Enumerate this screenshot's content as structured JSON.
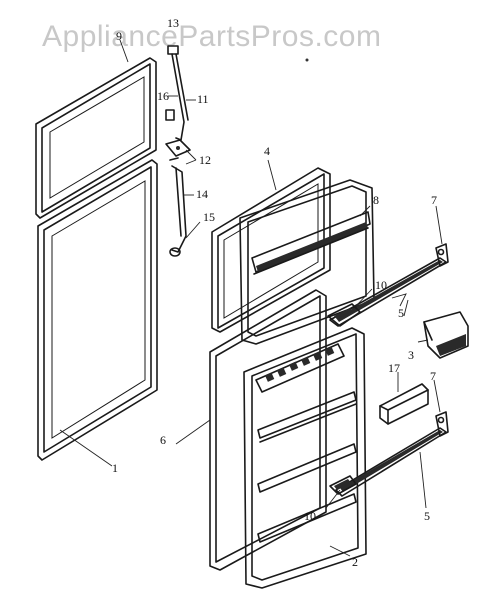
{
  "watermark": "AppliancePartsPros.com",
  "labels": {
    "l1": "1",
    "l2": "2",
    "l3": "3",
    "l4": "4",
    "l5a": "5",
    "l5b": "5",
    "l6": "6",
    "l7a": "7",
    "l7b": "7",
    "l8": "8",
    "l9": "9",
    "l10a": "10",
    "l10b": "10",
    "l11": "11",
    "l12": "12",
    "l13": "13",
    "l14": "14",
    "l15": "15",
    "l16": "16",
    "l17": "17"
  }
}
